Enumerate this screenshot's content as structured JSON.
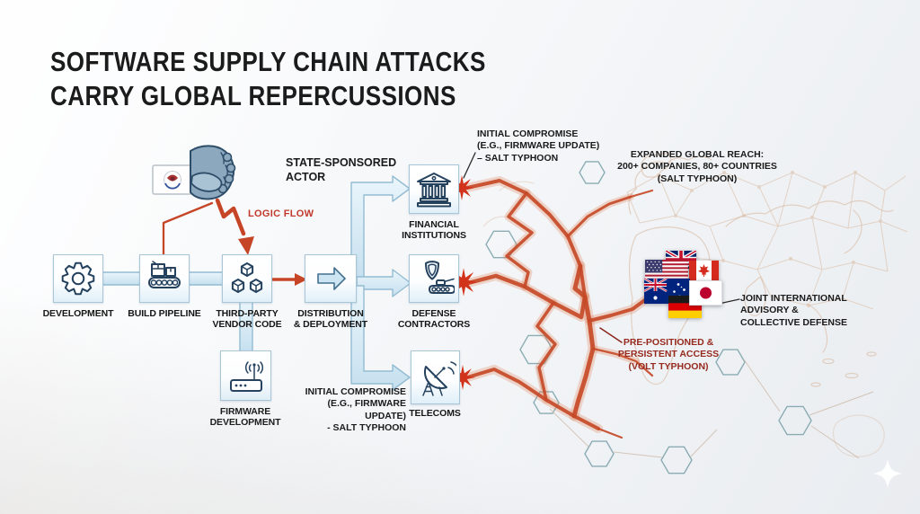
{
  "title": {
    "text": "SOFTWARE SUPPLY CHAIN ATTACKS\nCARRY GLOBAL REPERCUSSIONS"
  },
  "actor": {
    "label": "STATE-SPONSORED\nACTOR"
  },
  "labels": {
    "logic_flow": "LOGIC FLOW"
  },
  "flow": {
    "development": "DEVELOPMENT",
    "build_pipeline": "BUILD PIPELINE",
    "third_party": "THIRD-PARTY\nVENDOR CODE",
    "distribution": "DISTRIBUTION\n& DEPLOYMENT",
    "firmware": "FIRMWARE\nDEVELOPMENT",
    "financial": "FINANCIAL\nINSTITUTIONS",
    "defense": "DEFENSE\nCONTRACTORS",
    "telecoms": "TELECOMS"
  },
  "annotations": {
    "initial_compromise_top": "INITIAL COMPROMISE\n(E.G., FIRMWARE UPDATE)\n– SALT TYPHOON",
    "initial_compromise_bottom": "INITIAL COMPROMISE\n(E.G., FIRMWARE UPDATE)\n- SALT TYPHOON",
    "expanded_reach": "EXPANDED GLOBAL REACH:\n200+ COMPANIES, 80+ COUNTRIES\n(SALT TYPHOON)",
    "joint_advisory": "JOINT INTERNATIONAL\nADVISORY &\nCOLLECTIVE DEFENSE",
    "volt_typhoon": "PRE-POSITIONED &\nPERSISTENT ACCESS\n(VOLT TYPHOON)"
  },
  "flags": [
    "united-states",
    "united-kingdom",
    "canada",
    "australia",
    "germany",
    "japan"
  ],
  "colors": {
    "accent_red": "#c54a28",
    "logic_red": "#c0392b",
    "volt_text_red": "#962a1e",
    "box_border_blue": "#a9c6d6",
    "icon_navy": "#24415e",
    "connector_blue": "#d8ebf4",
    "hex_teal": "#7aa0a8",
    "mesh_tan": "#d9b89e",
    "starburst_red": "#d2331b"
  }
}
